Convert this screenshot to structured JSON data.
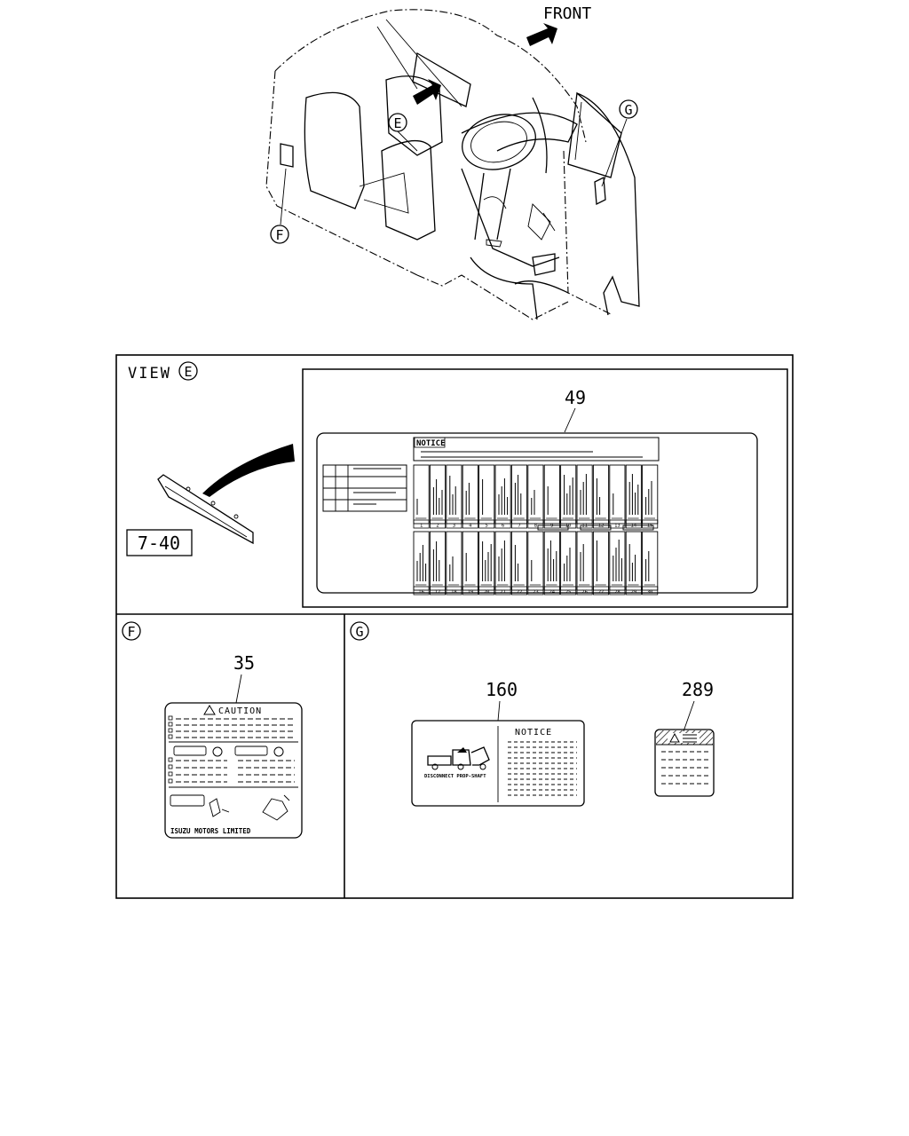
{
  "top_view": {
    "front_label": "FRONT",
    "callouts": {
      "e": "E",
      "f": "F",
      "g": "G"
    }
  },
  "panel_e": {
    "view_label": "VIEW",
    "view_letter": "E",
    "ref_box": "7-40",
    "part_number": "49",
    "notice_title": "NOTICE",
    "fuse_numbers_row1": [
      "1",
      "2",
      "3",
      "4",
      "5",
      "6",
      "7",
      "8",
      "9",
      "10",
      "11",
      "12",
      "13",
      "14",
      "15"
    ],
    "fuse_numbers_row2": [
      "16",
      "17",
      "18",
      "19",
      "20",
      "21",
      "22",
      "23",
      "24",
      "25",
      "26",
      "27",
      "28",
      "29",
      "30"
    ]
  },
  "panel_f": {
    "letter": "F",
    "part_number": "35",
    "caution_title": "CAUTION",
    "manufacturer": "ISUZU MOTORS LIMITED"
  },
  "panel_g": {
    "letter": "G",
    "label_160": {
      "part_number": "160",
      "notice_title": "NOTICE",
      "caption": "DISCONNECT PROP-SHAFT"
    },
    "label_289": {
      "part_number": "289"
    }
  }
}
